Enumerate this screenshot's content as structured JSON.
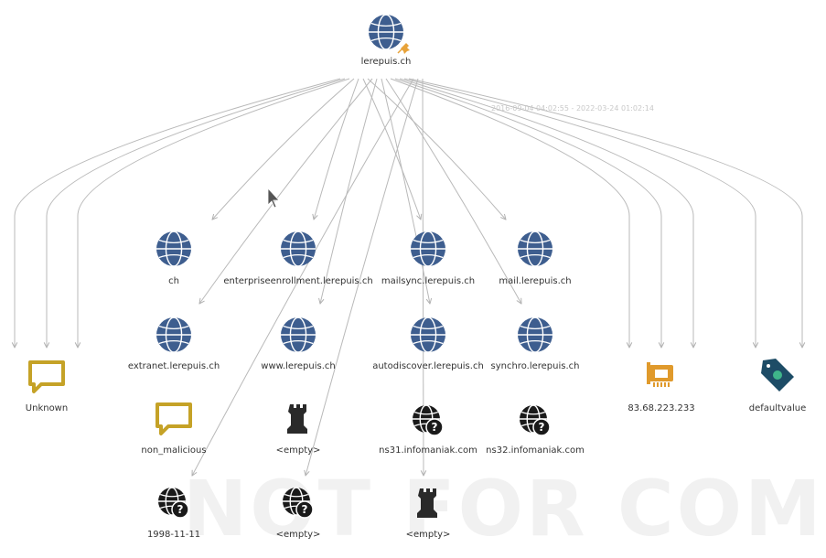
{
  "graph": {
    "root": {
      "label": "lerepuis.ch",
      "icon": "domain-globe-icon"
    },
    "timestamp": "2016-09-04 04:02:55 - 2022-03-24 01:02:14",
    "watermark": "NOT FOR COMMERCIAL US",
    "nodes": [
      {
        "id": "unknown",
        "label": "Unknown",
        "icon": "speech-bubble-icon"
      },
      {
        "id": "ch",
        "label": "ch",
        "icon": "domain-globe-icon"
      },
      {
        "id": "enterpriseenrollment",
        "label": "enterpriseenrollment.lerepuis.ch",
        "icon": "domain-globe-icon"
      },
      {
        "id": "mailsync",
        "label": "mailsync.lerepuis.ch",
        "icon": "domain-globe-icon"
      },
      {
        "id": "mail",
        "label": "mail.lerepuis.ch",
        "icon": "domain-globe-icon"
      },
      {
        "id": "extranet",
        "label": "extranet.lerepuis.ch",
        "icon": "domain-globe-icon"
      },
      {
        "id": "www",
        "label": "www.lerepuis.ch",
        "icon": "domain-globe-icon"
      },
      {
        "id": "autodiscover",
        "label": "autodiscover.lerepuis.ch",
        "icon": "domain-globe-icon"
      },
      {
        "id": "synchro",
        "label": "synchro.lerepuis.ch",
        "icon": "domain-globe-icon"
      },
      {
        "id": "ip",
        "label": "83.68.223.233",
        "icon": "network-card-icon"
      },
      {
        "id": "defaultvalue",
        "label": "defaultvalue",
        "icon": "tag-icon"
      },
      {
        "id": "nonmalicious",
        "label": "non_malicious",
        "icon": "speech-bubble-icon"
      },
      {
        "id": "empty1",
        "label": "<empty>",
        "icon": "chess-rook-icon"
      },
      {
        "id": "ns31",
        "label": "ns31.infomaniak.com",
        "icon": "unknown-globe-icon"
      },
      {
        "id": "ns32",
        "label": "ns32.infomaniak.com",
        "icon": "unknown-globe-icon"
      },
      {
        "id": "date",
        "label": "1998-11-11",
        "icon": "unknown-globe-icon"
      },
      {
        "id": "empty2",
        "label": "<empty>",
        "icon": "unknown-globe-icon"
      },
      {
        "id": "empty3",
        "label": "<empty>",
        "icon": "chess-rook-icon"
      }
    ]
  },
  "colors": {
    "globe": "#3e5e8f",
    "bubble": "#c5a227",
    "card": "#e09a2c",
    "tag": "#1d4c66",
    "pin": "#e8a33a",
    "black": "#1a1a1a"
  }
}
